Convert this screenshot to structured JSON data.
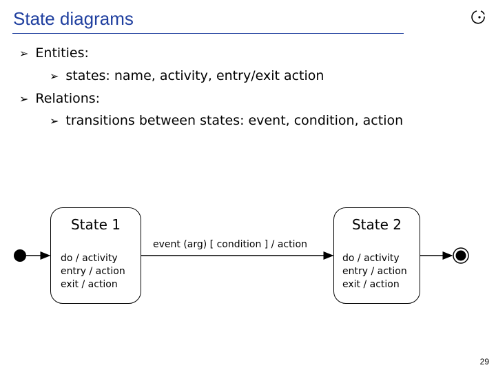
{
  "slide": {
    "title": "State diagrams",
    "page_number": "29"
  },
  "bullets": [
    {
      "level": 1,
      "text": "Entities:"
    },
    {
      "level": 2,
      "text": "states: name, activity, entry/exit action"
    },
    {
      "level": 1,
      "text": "Relations:"
    },
    {
      "level": 2,
      "text": "transitions between states: event, condition, action"
    }
  ],
  "diagram": {
    "state1": {
      "name": "State 1",
      "activities": [
        "do / activity",
        "entry / action",
        "exit / action"
      ]
    },
    "state2": {
      "name": "State 2",
      "activities": [
        "do / activity",
        "entry / action",
        "exit / action"
      ]
    },
    "transition_label": "event (arg) [ condition ] / action"
  },
  "colors": {
    "title": "#1f3f9f"
  }
}
